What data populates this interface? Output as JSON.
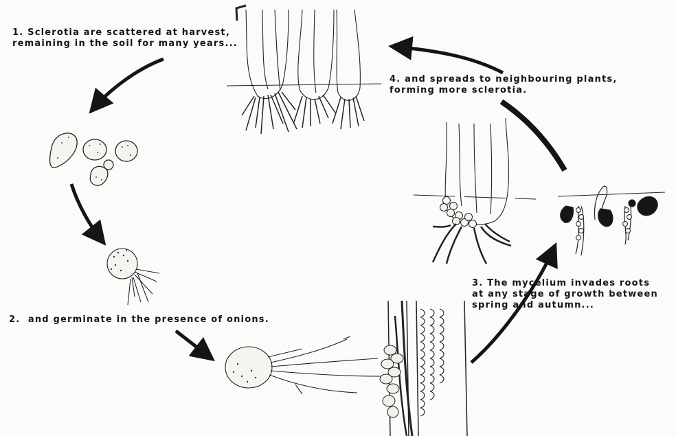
{
  "steps": [
    {
      "number": "1.",
      "lines": [
        "Sclerotia are scattered at harvest,",
        "remaining in the soil for many years..."
      ]
    },
    {
      "number": "2.",
      "lines": [
        "and germinate in the presence of onions."
      ]
    },
    {
      "number": "3.",
      "lines": [
        "The mycelium invades roots",
        "at any stage of growth between",
        "spring and autumn..."
      ]
    },
    {
      "number": "4.",
      "lines": [
        "and spreads to neighbouring plants,",
        "forming more sclerotia."
      ]
    }
  ],
  "colors": {
    "ink": "#151515",
    "paper": "#fbfbf9",
    "sclerotia": "#1c1c1c"
  }
}
